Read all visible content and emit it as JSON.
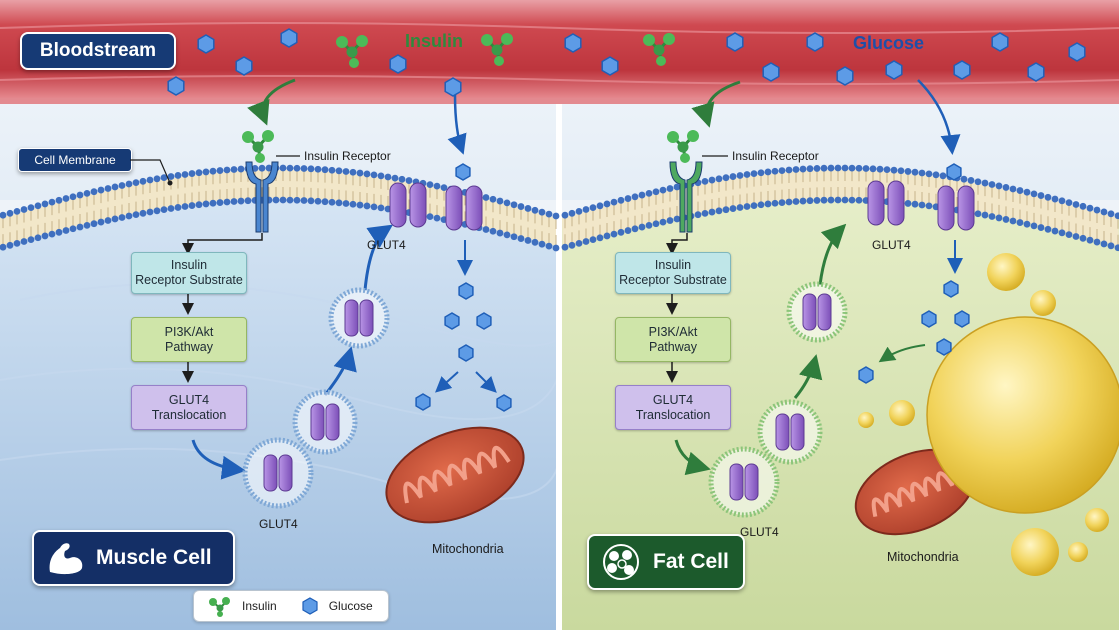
{
  "header": {
    "bloodstream_label": "Bloodstream",
    "insulin_label": "Insulin",
    "glucose_label": "Glucose"
  },
  "muscle": {
    "cell_membrane_label": "Cell Membrane",
    "receptor_label": "Insulin Receptor",
    "steps": [
      {
        "line1": "Insulin",
        "line2": "Receptor Substrate"
      },
      {
        "line1": "PI3K/Akt",
        "line2": "Pathway"
      },
      {
        "line1": "GLUT4",
        "line2": "Translocation"
      }
    ],
    "glut4_membrane_label": "GLUT4",
    "glut4_vesicle_label": "GLUT4",
    "mitochondria_label": "Mitochondria",
    "cell_title": "Muscle Cell"
  },
  "fat": {
    "receptor_label": "Insulin Receptor",
    "steps": [
      {
        "line1": "Insulin",
        "line2": "Receptor Substrate"
      },
      {
        "line1": "PI3K/Akt",
        "line2": "Pathway"
      },
      {
        "line1": "GLUT4",
        "line2": "Translocation"
      }
    ],
    "glut4_membrane_label": "GLUT4",
    "glut4_vesicle_label": "GLUT4",
    "mitochondria_label": "Mitochondria",
    "cell_title": "Fat Cell"
  },
  "legend": {
    "insulin_label": "Insulin",
    "glucose_label": "Glucose"
  },
  "colors": {
    "blood": "#c9414a",
    "insulin": "#3a9a4a",
    "glucose": "#3d7fd4",
    "glut4": "#9a6ccf",
    "muscle_tag": "#142f66",
    "fat_tag": "#1c5a2c",
    "step_substrate": "#bfe6e8",
    "step_pathway": "#cfe5a9",
    "step_translocation": "#cfc0ec"
  }
}
